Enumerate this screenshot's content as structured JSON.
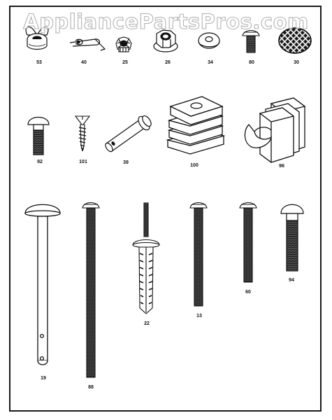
{
  "watermark": "AppliancePartsPros.com",
  "parts": [
    {
      "id": "wing-nut",
      "label": "53"
    },
    {
      "id": "cotter-pin",
      "label": "40"
    },
    {
      "id": "star-lock-nut",
      "label": "25"
    },
    {
      "id": "hex-flange-nut",
      "label": "26"
    },
    {
      "id": "flat-washer",
      "label": "34"
    },
    {
      "id": "short-screw",
      "label": "80"
    },
    {
      "id": "knurled-disc",
      "label": "30"
    },
    {
      "id": "carriage-bolt-small",
      "label": "92"
    },
    {
      "id": "wood-screw",
      "label": "101"
    },
    {
      "id": "clevis-pin",
      "label": "39"
    },
    {
      "id": "leveling-foot-square",
      "label": "100"
    },
    {
      "id": "leg-cap-clip",
      "label": "96"
    },
    {
      "id": "long-clevis-pin",
      "label": "19"
    },
    {
      "id": "long-machine-screw",
      "label": "88"
    },
    {
      "id": "push-rivet-anchor",
      "label": "22"
    },
    {
      "id": "medium-machine-screw",
      "label": "13"
    },
    {
      "id": "short-machine-screw",
      "label": "60"
    },
    {
      "id": "carriage-bolt-large",
      "label": "94"
    }
  ]
}
